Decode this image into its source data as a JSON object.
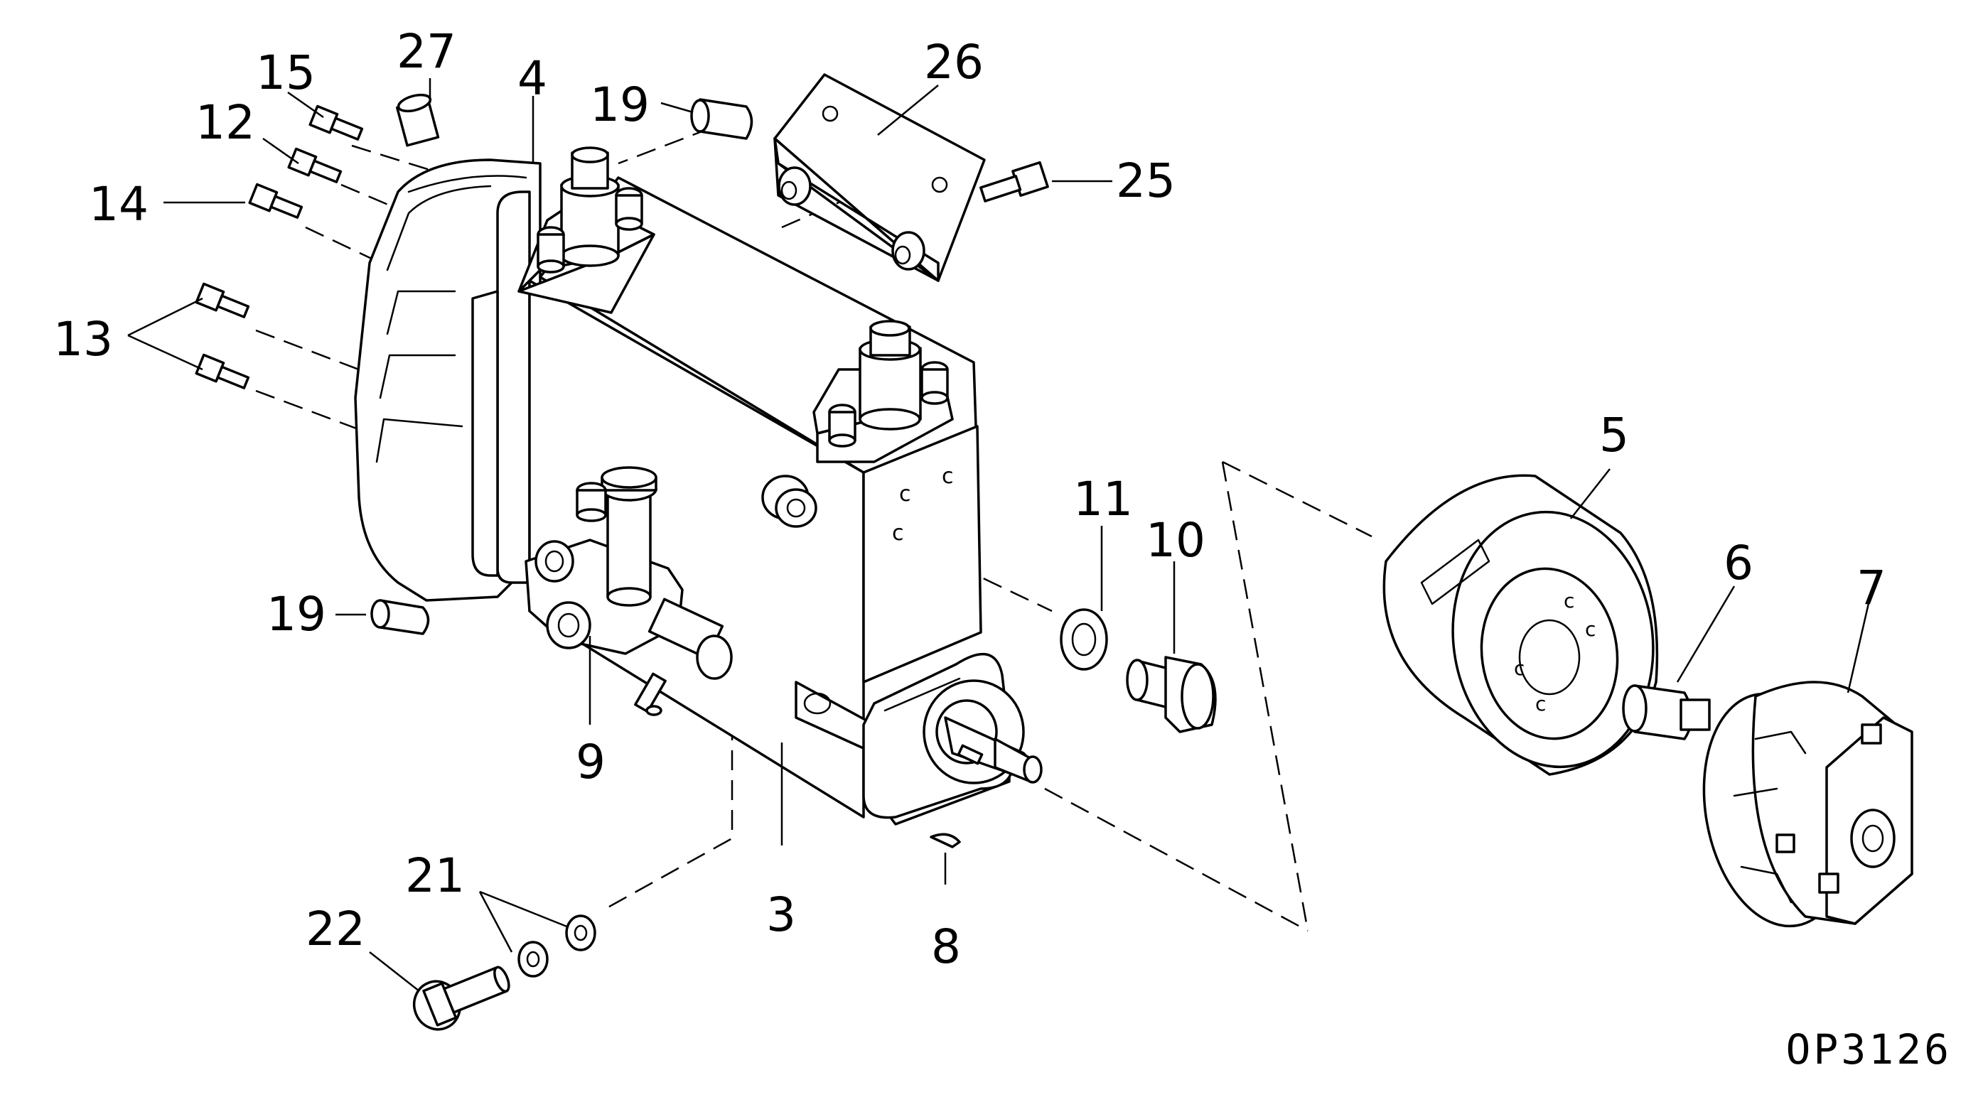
{
  "figure": {
    "code": "OP3126",
    "callouts": {
      "n3": "3",
      "n4": "4",
      "n5": "5",
      "n6": "6",
      "n7": "7",
      "n8": "8",
      "n9": "9",
      "n10": "10",
      "n11": "11",
      "n12": "12",
      "n13": "13",
      "n14": "14",
      "n15": "15",
      "n19a": "19",
      "n19b": "19",
      "n21": "21",
      "n22": "22",
      "n25": "25",
      "n26": "26",
      "n27": "27"
    }
  }
}
